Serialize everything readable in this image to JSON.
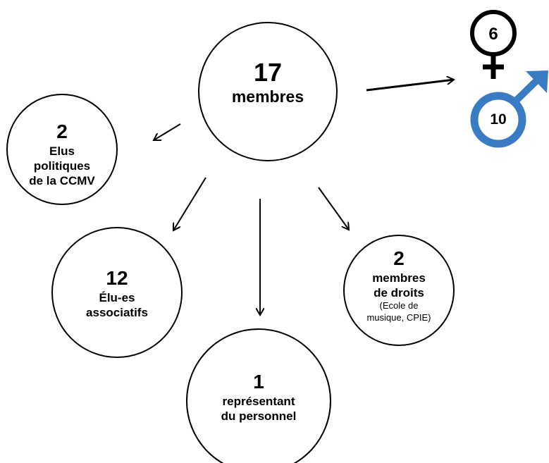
{
  "center": {
    "number": "17",
    "label": "membres"
  },
  "nodes": {
    "elus_politiques": {
      "number": "2",
      "lines": [
        "Elus",
        "politiques",
        "de la CCMV"
      ]
    },
    "elus_associatifs": {
      "number": "12",
      "lines": [
        "Élu-es",
        "associatifs"
      ]
    },
    "representant": {
      "number": "1",
      "lines": [
        "représentant",
        "du personnel"
      ]
    },
    "membres_droits": {
      "number": "2",
      "lines": [
        "membres",
        "de droits"
      ],
      "note_lines": [
        "(Ecole de",
        "musique, CPIE)"
      ]
    }
  },
  "gender": {
    "female": {
      "icon": "female-symbol-icon",
      "count": "6",
      "color": "#000000"
    },
    "male": {
      "icon": "male-symbol-icon",
      "count": "10",
      "color": "#3a7cc4"
    }
  }
}
